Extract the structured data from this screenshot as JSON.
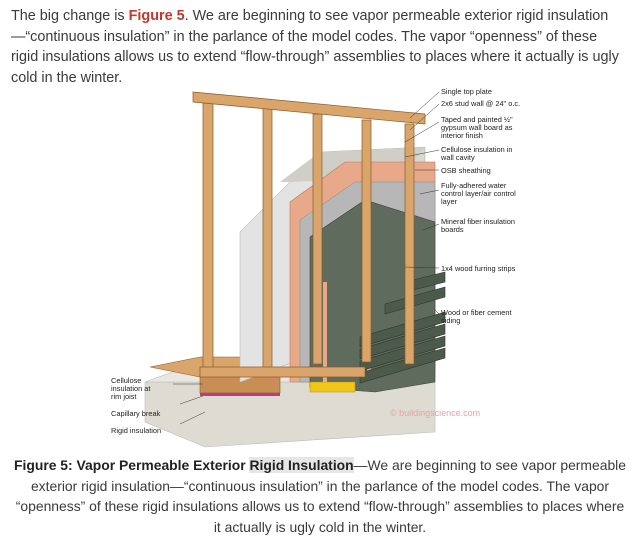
{
  "intro": {
    "prefix": "The big change is ",
    "figure_ref": "Figure 5",
    "suffix": ". We are beginning to see vapor permeable exterior rigid insulation—“continuous insulation” in the parlance of the model codes. The vapor “openness” of these rigid insulations allows us to extend “flow-through” assemblies to places where it actually is ugly cold in the winter."
  },
  "figure": {
    "labels_right": [
      "Single top plate",
      "2x6 stud wall @ 24\" o.c.",
      "Taped and painted ½\"",
      "gypsum wall board as",
      "interior finish",
      "Cellulose insulation in",
      "wall cavity",
      "OSB sheathing",
      "Fully-adhered water",
      "control layer/air control",
      "layer",
      "Mineral fiber insulation",
      "boards",
      "1x4 wood furring strips",
      "Wood or fiber cement",
      "siding"
    ],
    "labels_left": [
      "Cellulose",
      "insulation at",
      "rim joist",
      "Capillary break",
      "Rigid insulation"
    ],
    "watermark": "© buildingscience.com",
    "colors": {
      "wood": "#d9a56a",
      "osb": "#e8a98a",
      "mineral": "#5f6b5c",
      "siding": "#4b5a4b",
      "concrete": "#dcdcd2",
      "membrane": "#b5b5b5",
      "yellow": "#f2c618"
    }
  },
  "caption": {
    "title_a": "Figure 5: Vapor Permeable Exterior ",
    "title_highlight": "Rigid Insulation",
    "body": "—We are beginning to see vapor permeable exterior rigid insulation—“continuous insulation” in the parlance of the model codes. The vapor “openness” of these rigid insulations allows us to extend “flow-through” assemblies to places where it actually is ugly cold in the winter."
  }
}
